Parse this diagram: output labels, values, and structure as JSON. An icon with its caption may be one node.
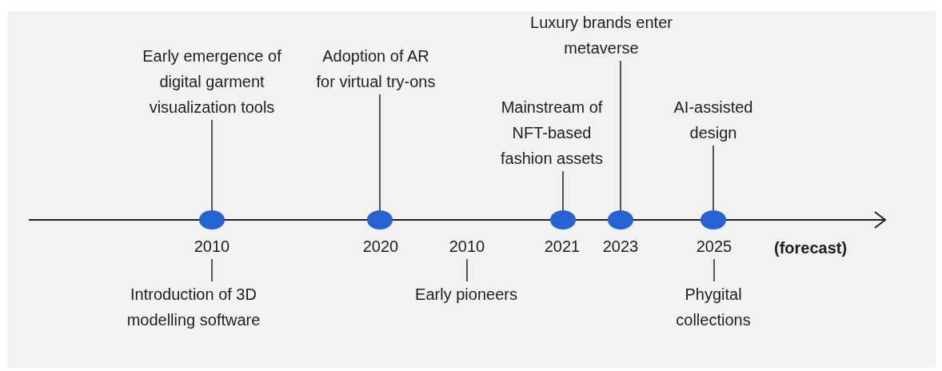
{
  "diagram": {
    "nodes": [
      {
        "text": [
          "Early emergence of digital garment visualization tools"
        ]
      },
      {
        "text": [
          "Adoption of AR for virtual try-ons"
        ]
      },
      {
        "text": [
          "Luxury brands enter metaverse"
        ]
      },
      {
        "text": [
          "Mainstream of NFT-based fashion assets"
        ]
      },
      {
        "text": [
          "AI-assisted design"
        ]
      },
      {
        "text": [],
        "shape": "circle"
      },
      {
        "text": [],
        "shape": "circle"
      },
      {
        "text": [],
        "shape": "circle"
      },
      {
        "text": [],
        "shape": "circle"
      },
      {
        "text": [],
        "shape": "circle"
      },
      {
        "text": [
          "2010"
        ]
      },
      {
        "text": [
          "2020"
        ]
      },
      {
        "text": [
          "2010"
        ]
      },
      {
        "text": [
          "2021"
        ]
      },
      {
        "text": [
          "2023"
        ]
      },
      {
        "text": [
          "2025"
        ]
      },
      {
        "text": [
          "Introduction of 3D modelling software"
        ]
      },
      {
        "text": [
          "Early pioneers"
        ]
      },
      {
        "text": [
          "Phygital collections"
        ]
      }
    ],
    "edges": [
      {
        "from": 0,
        "to": 5,
        "arrow": "none"
      },
      {
        "from": 1,
        "to": 6,
        "arrow": "none"
      },
      {
        "from": 2,
        "to": 8,
        "arrow": "none"
      },
      {
        "from": 3,
        "to": 7,
        "arrow": "none"
      },
      {
        "from": 4,
        "to": 9,
        "arrow": "none"
      },
      {
        "from": 10,
        "to": 16,
        "arrow": "none"
      },
      {
        "from": 12,
        "to": 17,
        "arrow": "none"
      },
      {
        "from": 15,
        "to": 18,
        "arrow": "none"
      }
    ],
    "labels": [
      "(forecast)"
    ]
  }
}
